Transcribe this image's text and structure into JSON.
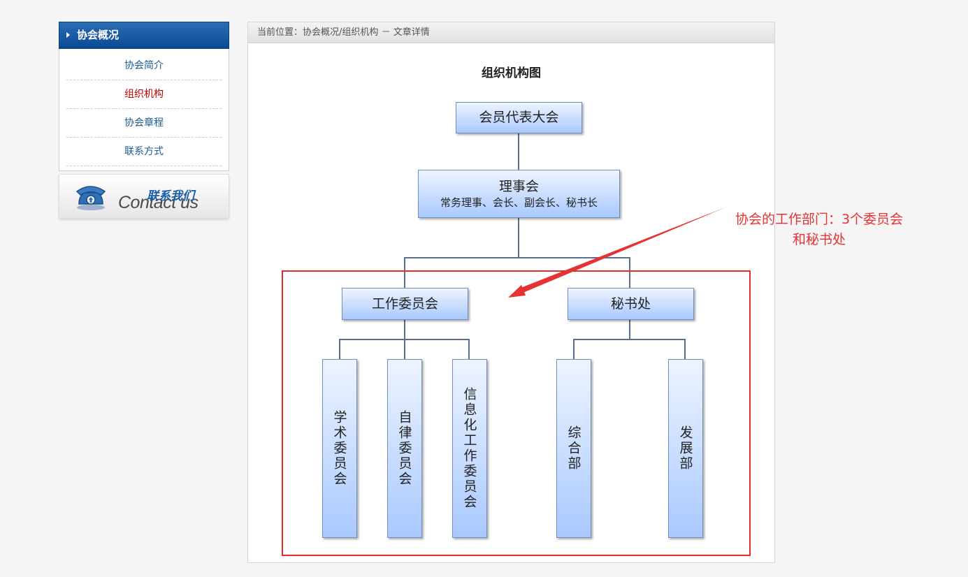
{
  "sidebar": {
    "title": "协会概况",
    "items": [
      {
        "label": "协会简介",
        "active": false
      },
      {
        "label": "组织机构",
        "active": true
      },
      {
        "label": "协会章程",
        "active": false
      },
      {
        "label": "联系方式",
        "active": false
      }
    ],
    "contact_cn": "联系我们",
    "contact_en": "Contact us"
  },
  "breadcrumb": {
    "prefix": "当前位置：",
    "path": "协会概况",
    "sep1": "/",
    "current": "组织机构",
    "sep2": " － ",
    "tail": "文章详情"
  },
  "chart": {
    "title": "组织机构图",
    "assembly": "会员代表大会",
    "council": "理事会",
    "council_members": "常务理事、会长、副会长、秘书长",
    "committee": "工作委员会",
    "secretariat": "秘书处",
    "committee_children": [
      "学术委员会",
      "自律委员会",
      "信息化工作委员会"
    ],
    "secretariat_children": [
      "综合部",
      "发展部"
    ]
  },
  "annotation": {
    "line1": "协会的工作部门：3个委员会",
    "line2": "和秘书处",
    "color": "#e53333"
  },
  "colors": {
    "sidebar_header": "#0b4a93",
    "active_item": "#c00000",
    "link": "#1b5b94"
  }
}
